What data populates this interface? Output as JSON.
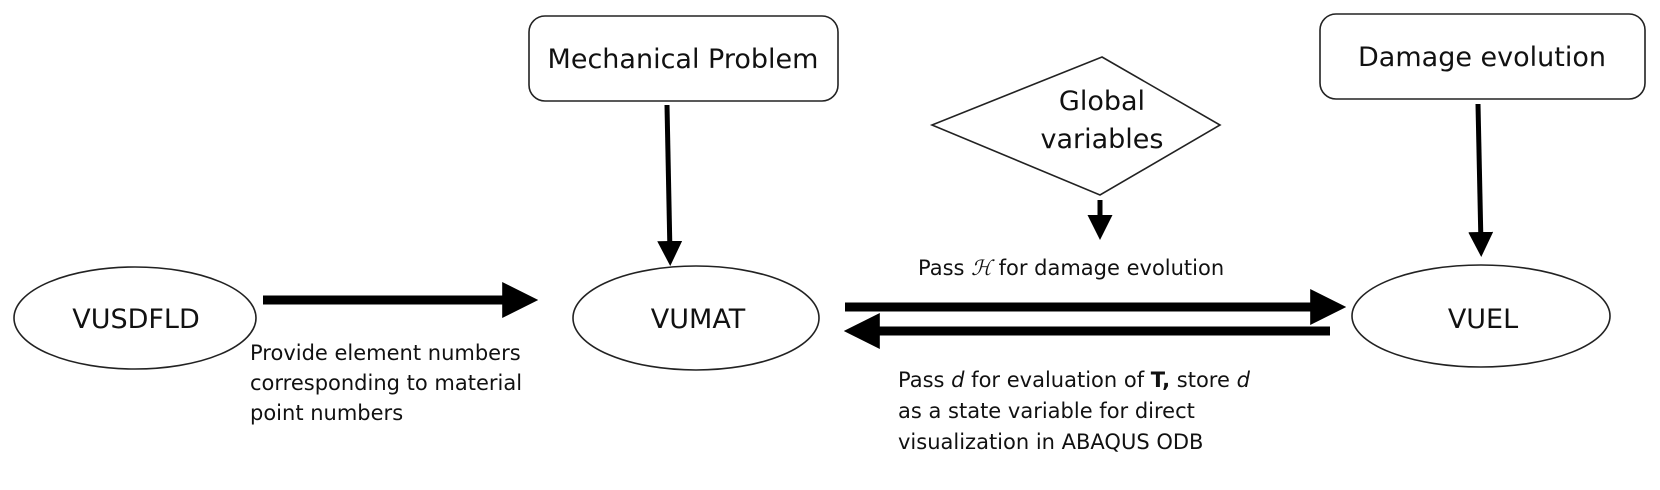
{
  "nodes": {
    "mechanical_problem": "Mechanical Problem",
    "damage_evolution": "Damage evolution",
    "global_variables_line1": "Global",
    "global_variables_line2": "variables",
    "vusdfld": "VUSDFLD",
    "vumat": "VUMAT",
    "vuel": "VUEL"
  },
  "edges": {
    "vusdfld_to_vumat": {
      "lines": [
        "Provide element numbers",
        "corresponding to material",
        "point numbers"
      ]
    },
    "vumat_to_vuel": {
      "prefix": "Pass ",
      "symbol": "ℋ",
      "suffix": " for damage evolution"
    },
    "vuel_to_vumat": {
      "line1_parts": [
        "Pass ",
        "d",
        " for evaluation of ",
        "T,",
        " store ",
        "d"
      ],
      "line2": "as a state variable for direct",
      "line3": "visualization in ABAQUS ODB"
    }
  }
}
